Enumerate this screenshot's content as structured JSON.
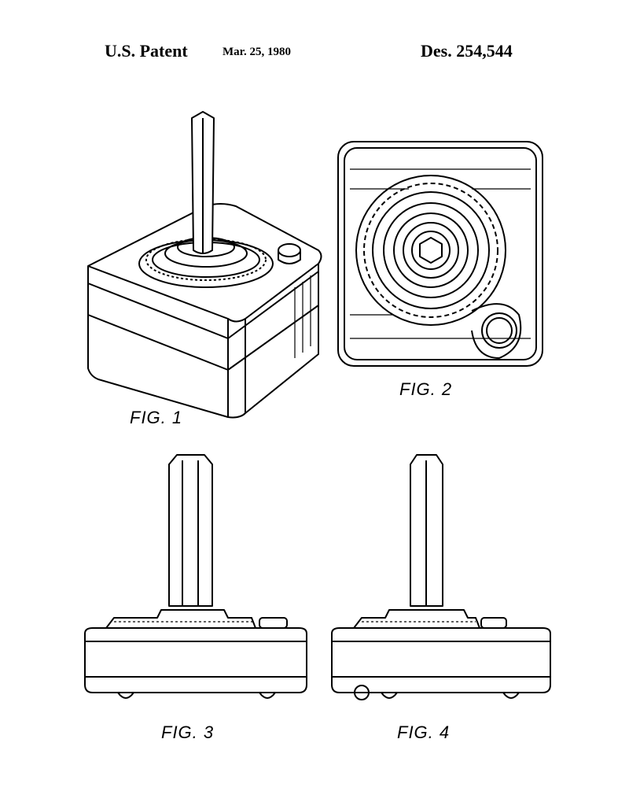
{
  "header": {
    "left": "U.S. Patent",
    "date": "Mar. 25, 1980",
    "number": "Des. 254,544"
  },
  "figures": [
    {
      "label": "FIG. 1",
      "view": "perspective"
    },
    {
      "label": "FIG. 2",
      "view": "top"
    },
    {
      "label": "FIG. 3",
      "view": "front"
    },
    {
      "label": "FIG. 4",
      "view": "side"
    }
  ]
}
